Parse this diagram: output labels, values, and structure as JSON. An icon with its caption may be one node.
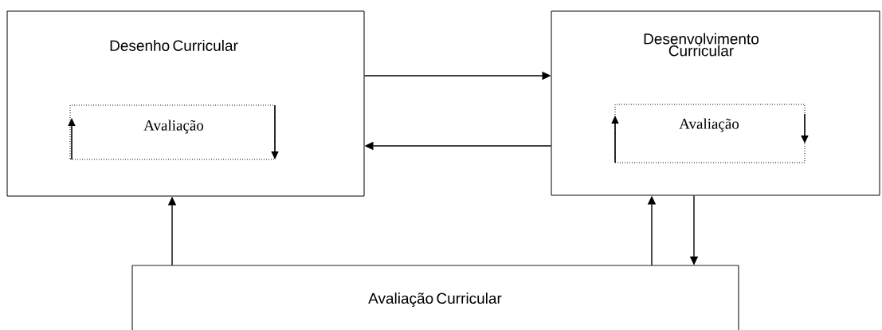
{
  "diagram": {
    "nodes": [
      {
        "text": [
          "Desenho Curricular"
        ]
      },
      {
        "text": [
          "Avaliação"
        ],
        "in": 0
      },
      {
        "text": [
          "Desenvolvimento Curricular"
        ]
      },
      {
        "text": [
          "Avaliação"
        ],
        "in": 2
      },
      {
        "text": [
          "Avaliação Curricular"
        ]
      }
    ],
    "edges": [
      {
        "from": 0,
        "to": 2,
        "arrow": "to"
      },
      {
        "from": 2,
        "to": 0,
        "arrow": "to"
      },
      {
        "from": 4,
        "to": 0,
        "arrow": "to"
      },
      {
        "from": 4,
        "to": 2,
        "arrow": "to"
      },
      {
        "from": 2,
        "to": 4,
        "arrow": "to"
      }
    ]
  }
}
